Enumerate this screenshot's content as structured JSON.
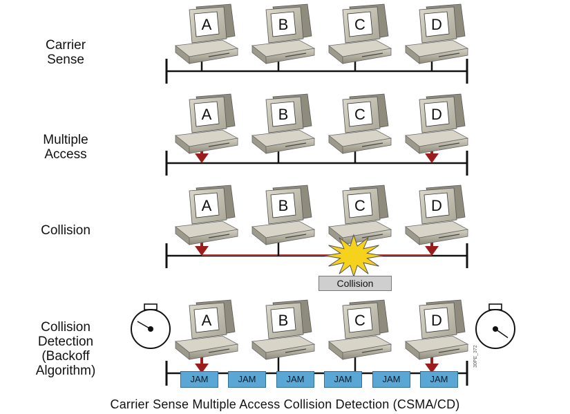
{
  "rows": [
    {
      "label_lines": [
        "Carrier",
        "Sense"
      ],
      "arrows": [],
      "collision": false,
      "timers": false,
      "jam": false
    },
    {
      "label_lines": [
        "Multiple",
        "Access"
      ],
      "arrows": [
        "A",
        "D"
      ],
      "collision": false,
      "timers": false,
      "jam": false
    },
    {
      "label_lines": [
        "Collision"
      ],
      "arrows": [
        "A",
        "D"
      ],
      "collision": true,
      "timers": false,
      "jam": false
    },
    {
      "label_lines": [
        "Collision",
        "Detection",
        "(Backoff",
        "Algorithm)"
      ],
      "arrows": [
        "A",
        "D"
      ],
      "collision": false,
      "timers": true,
      "jam": true
    }
  ],
  "stations": [
    "A",
    "B",
    "C",
    "D"
  ],
  "collision_label": "Collision",
  "jam_labels": [
    "JAM",
    "JAM",
    "JAM",
    "JAM",
    "JAM",
    "JAM"
  ],
  "stamp": "30PE_372",
  "footer": "Carrier Sense Multiple Access Collision Detection (CSMA/CD)",
  "colors": {
    "arrow": "#9b1c1c",
    "signal_line": "#c23b3b",
    "jam": "#5aa7d6",
    "burst": "#f7d21c"
  }
}
